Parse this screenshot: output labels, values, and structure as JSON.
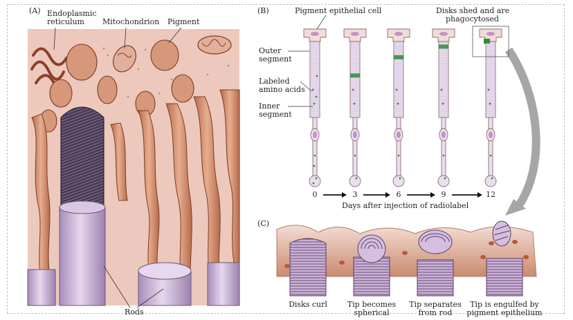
{
  "panel_a": {
    "letter": "(A)",
    "labels": {
      "er_line1": "Endoplasmic",
      "er_line2": "reticulum",
      "mitochondrion": "Mitochondrion",
      "pigment": "Pigment",
      "rods": "Rods"
    }
  },
  "panel_b": {
    "letter": "(B)",
    "labels": {
      "pigment_epithelial_cell": "Pigment epithelial cell",
      "disks_shed_line1": "Disks shed and are",
      "disks_shed_line2": "phagocytosed",
      "outer_line1": "Outer",
      "outer_line2": "segment",
      "labeled_line1": "Labeled",
      "labeled_line2": "amino acids",
      "inner_line1": "Inner",
      "inner_line2": "segment"
    },
    "days": [
      "0",
      "3",
      "6",
      "9",
      "12"
    ],
    "axis_label": "Days after injection of radiolabel"
  },
  "panel_c": {
    "letter": "(C)",
    "steps": [
      {
        "line1": "Disks curl",
        "line2": ""
      },
      {
        "line1": "Tip becomes",
        "line2": "spherical"
      },
      {
        "line1": "Tip separates",
        "line2": "from rod"
      },
      {
        "line1": "Tip is engulfed by",
        "line2": "pigment epithelium"
      }
    ]
  },
  "colors": {
    "background_pink": "#ecc9bc",
    "cell_brown": "#d08a67",
    "cell_outline": "#7a3b24",
    "rod_purple": "#cdb6d8",
    "disk_stripe": "#5c3c66",
    "label_green": "#2e8b3d",
    "arrow_gray": "#9a9a9a"
  }
}
